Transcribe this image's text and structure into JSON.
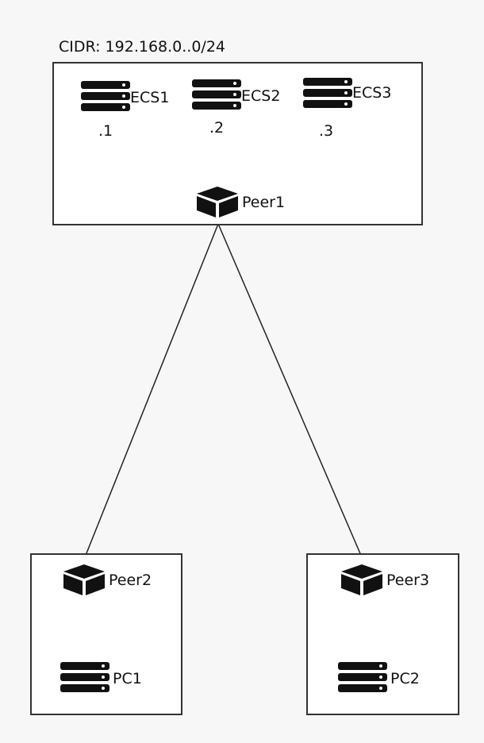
{
  "network": {
    "cidr_label": "CIDR: 192.168.0..0/24",
    "servers": [
      {
        "name": "ECS1",
        "ip_suffix": ".1"
      },
      {
        "name": "ECS2",
        "ip_suffix": ".2"
      },
      {
        "name": "ECS3",
        "ip_suffix": ".3"
      }
    ],
    "peer": {
      "name": "Peer1"
    }
  },
  "sites": [
    {
      "peer": "Peer2",
      "host": "PC1"
    },
    {
      "peer": "Peer3",
      "host": "PC2"
    }
  ],
  "icons": {
    "server": "server-icon",
    "peer": "cube-icon"
  },
  "colors": {
    "line": "#222222",
    "border": "#333333",
    "background": "#f7f7f7"
  }
}
